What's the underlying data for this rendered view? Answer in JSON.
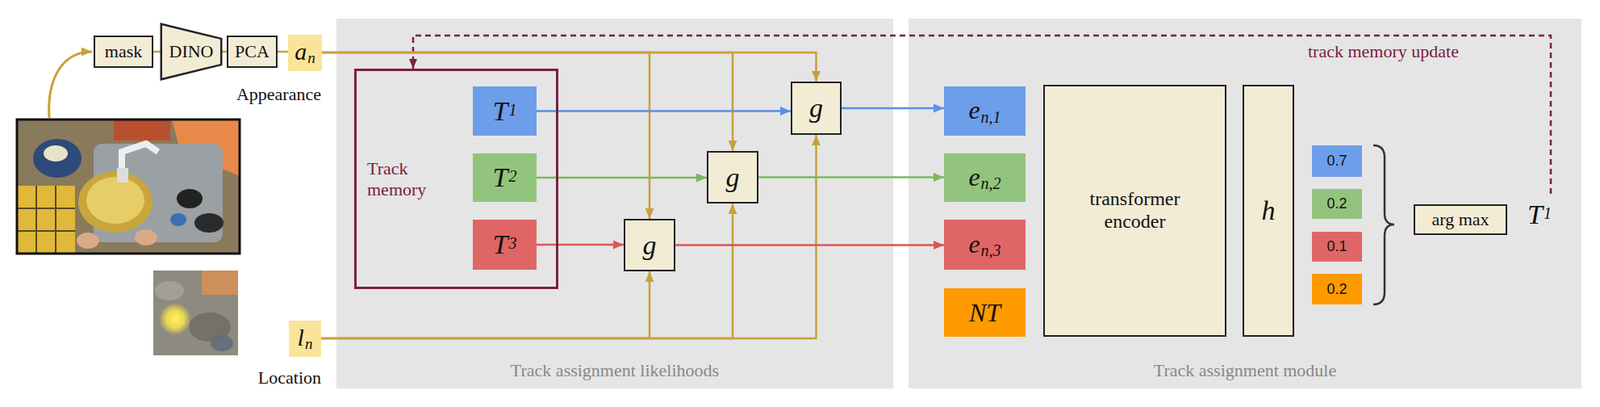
{
  "diagram": {
    "nodes": [
      {
        "text": [
          "mask"
        ]
      },
      {
        "text": [
          "DINO"
        ]
      },
      {
        "text": [
          "PCA"
        ]
      },
      {
        "text": [
          "a",
          "n"
        ]
      },
      {
        "text": [
          "l",
          "n"
        ]
      },
      {
        "text": [
          "Track assignment likelihoods"
        ]
      },
      {
        "text": [
          "Track memory"
        ],
        "in": 5
      },
      {
        "text": [
          "T",
          "1"
        ],
        "in": 6
      },
      {
        "text": [
          "T",
          "2"
        ],
        "in": 6
      },
      {
        "text": [
          "T",
          "3"
        ],
        "in": 6
      },
      {
        "text": [
          "g"
        ],
        "in": 5
      },
      {
        "text": [
          "g"
        ],
        "in": 5
      },
      {
        "text": [
          "g"
        ],
        "in": 5
      },
      {
        "text": [
          "Track assignment module"
        ]
      },
      {
        "text": [
          "e",
          "n,1"
        ],
        "in": 13
      },
      {
        "text": [
          "e",
          "n,2"
        ],
        "in": 13
      },
      {
        "text": [
          "e",
          "n,3"
        ],
        "in": 13
      },
      {
        "text": [
          "NT"
        ],
        "in": 13
      },
      {
        "text": [
          "transformer encoder"
        ],
        "in": 13
      },
      {
        "text": [
          "h"
        ],
        "in": 13
      },
      {
        "text": [
          "0.7"
        ],
        "in": 13
      },
      {
        "text": [
          "0.2"
        ],
        "in": 13
      },
      {
        "text": [
          "0.1"
        ],
        "in": 13
      },
      {
        "text": [
          "0.2"
        ],
        "in": 13
      },
      {
        "text": [
          "arg max"
        ],
        "in": 13
      }
    ],
    "edges": [
      {
        "from": 0,
        "to": 1,
        "arrow": "none"
      },
      {
        "from": 1,
        "to": 2,
        "arrow": "none"
      },
      {
        "from": 2,
        "to": 3,
        "arrow": "none"
      },
      {
        "from": 3,
        "to": 10,
        "arrow": "to"
      },
      {
        "from": 3,
        "to": 11,
        "arrow": "to"
      },
      {
        "from": 3,
        "to": 12,
        "arrow": "to"
      },
      {
        "from": 4,
        "to": 10,
        "arrow": "to"
      },
      {
        "from": 4,
        "to": 11,
        "arrow": "to"
      },
      {
        "from": 4,
        "to": 12,
        "arrow": "to"
      },
      {
        "from": 7,
        "to": 10,
        "arrow": "to"
      },
      {
        "from": 8,
        "to": 11,
        "arrow": "to"
      },
      {
        "from": 9,
        "to": 12,
        "arrow": "to"
      },
      {
        "from": 10,
        "to": 14,
        "arrow": "to"
      },
      {
        "from": 11,
        "to": 15,
        "arrow": "to"
      },
      {
        "from": 12,
        "to": 16,
        "arrow": "to"
      }
    ],
    "labels": [
      "Appearance",
      "Location",
      "track memory update",
      "T",
      "1"
    ]
  }
}
